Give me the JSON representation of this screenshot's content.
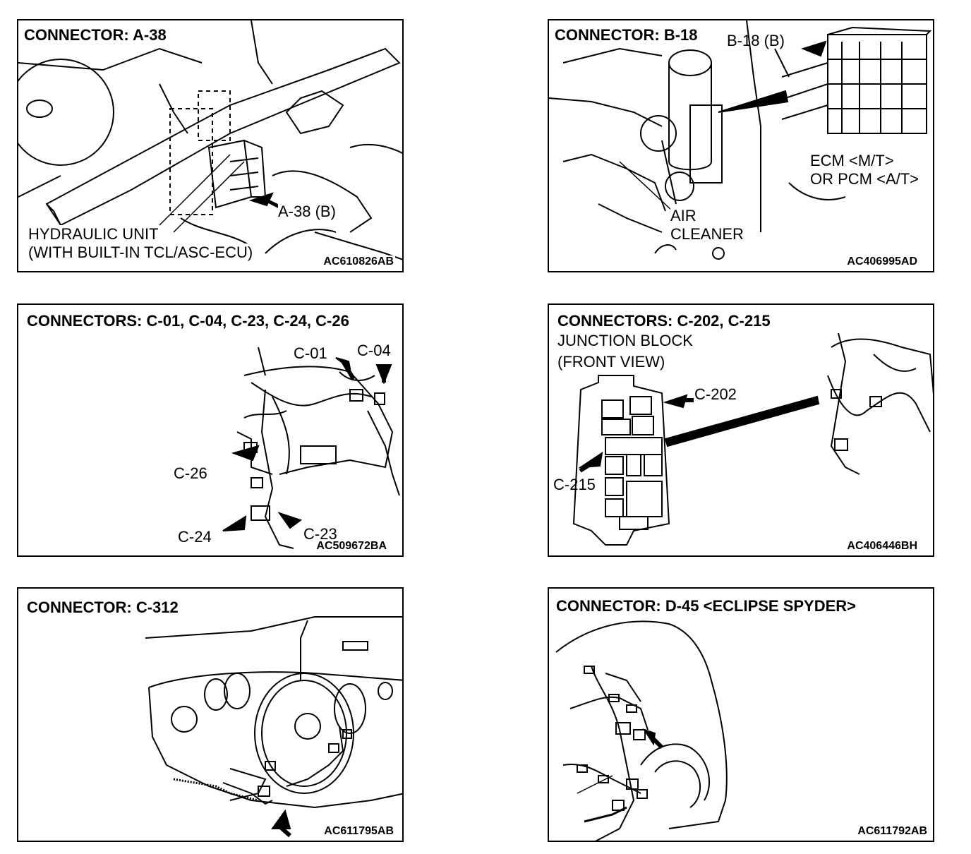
{
  "panels": {
    "a38": {
      "title": "CONNECTOR: A-38",
      "callout": "A-38 (B)",
      "label_line1": "HYDRAULIC UNIT",
      "label_line2": "(WITH BUILT-IN TCL/ASC-ECU)",
      "code": "AC610826AB"
    },
    "b18": {
      "title": "CONNECTOR: B-18",
      "callout": "B-18 (B)",
      "ecm_line1": "ECM <M/T>",
      "ecm_line2": "OR PCM <A/T>",
      "air_line1": "AIR",
      "air_line2": "CLEANER",
      "code": "AC406995AD"
    },
    "c01": {
      "title": "CONNECTORS: C-01, C-04, C-23, C-24, C-26",
      "c01": "C-01",
      "c04": "C-04",
      "c26": "C-26",
      "c24": "C-24",
      "c23": "C-23",
      "code": "AC509672BA"
    },
    "c202": {
      "title": "CONNECTORS: C-202, C-215",
      "sub_line1": "JUNCTION BLOCK",
      "sub_line2": "(FRONT VIEW)",
      "c202": "C-202",
      "c215": "C-215",
      "code": "AC406446BH"
    },
    "c312": {
      "title": "CONNECTOR: C-312",
      "code": "AC611795AB"
    },
    "d45": {
      "title": "CONNECTOR: D-45 <ECLIPSE SPYDER>",
      "code": "AC611792AB"
    }
  }
}
